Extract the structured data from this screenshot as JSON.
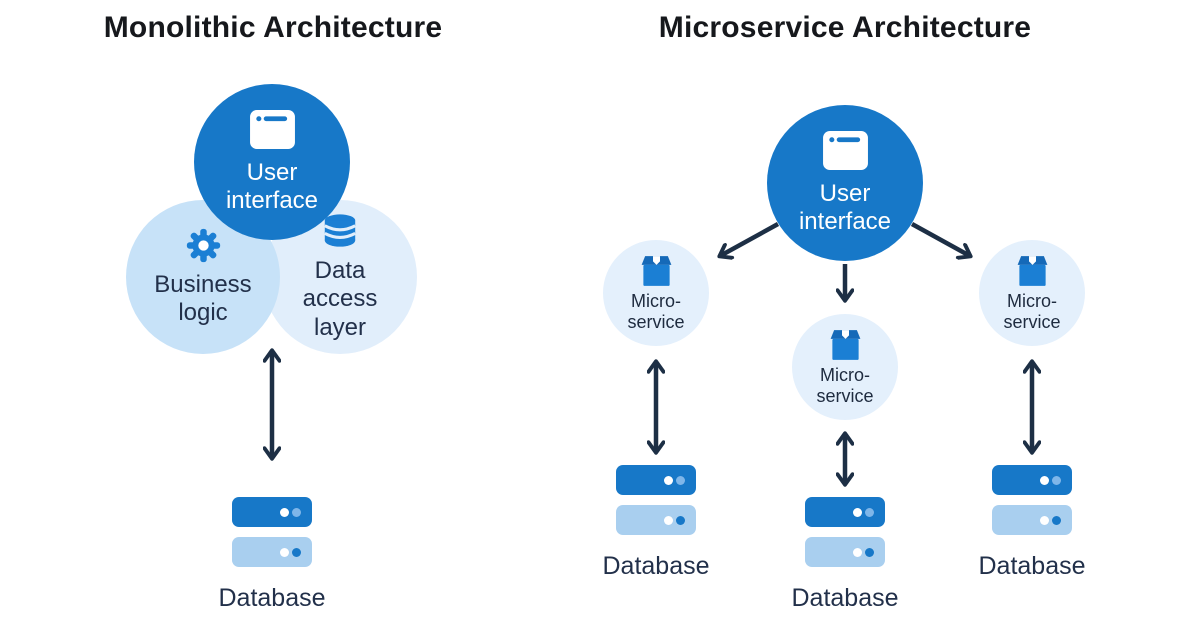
{
  "titles": {
    "left": "Monolithic Architecture",
    "right": "Microservice Architecture"
  },
  "monolith": {
    "user_interface_label": "User interface",
    "business_logic_label": "Business logic",
    "data_access_label": "Data access layer",
    "database_label": "Database"
  },
  "microservices": {
    "user_interface_label": "User interface",
    "services": [
      {
        "line1": "Micro-",
        "line2": "service"
      },
      {
        "line1": "Micro-",
        "line2": "service"
      },
      {
        "line1": "Micro-",
        "line2": "service"
      }
    ],
    "database_labels": [
      "Database",
      "Database",
      "Database"
    ]
  },
  "icons": {
    "user_interface": "browser-window-icon",
    "business_logic": "gear-icon",
    "data_access": "database-cylinder-icon",
    "microservice": "package-box-icon",
    "database": "server-stack-icon"
  },
  "colors": {
    "primary_blue": "#1778c8",
    "icon_blue": "#1b7fd4",
    "business_circle": "#c7e2f8",
    "data_access_circle": "#e1eefb",
    "microservice_circle": "#e4f0fc",
    "db_bar_light": "#a9cfef",
    "dot_light_blue": "#7fb6e9",
    "arrow_color": "#1d2f45",
    "label_color": "#22304a",
    "title_color": "#16181c",
    "background": "#ffffff"
  }
}
